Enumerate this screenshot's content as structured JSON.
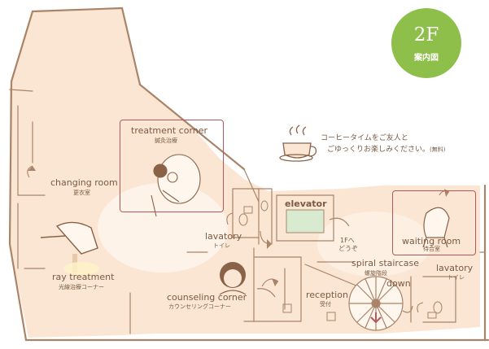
{
  "floor_badge": {
    "floor": "2F",
    "guide": "案内図",
    "color": "#8dbf4a"
  },
  "coffee_message": {
    "line1": "コーヒータイムをご友人と",
    "line2": "ごゆっくりお楽しみください。",
    "note": "(無料)"
  },
  "rooms": {
    "treatment_corner": {
      "en": "treatment corner",
      "jp": "鍼灸治療"
    },
    "changing_room": {
      "en": "changing room",
      "jp": "更衣室"
    },
    "ray_treatment": {
      "en": "ray treatment",
      "jp": "光線治療コーナー"
    },
    "elevator": {
      "en": "elevator"
    },
    "first_floor": {
      "jp_line1": "1Fへ",
      "jp_line2": "どうぞ"
    },
    "lavatory_center": {
      "en": "lavatory",
      "jp": "トイレ"
    },
    "waiting_room": {
      "en": "waiting room",
      "jp": "待合室"
    },
    "spiral_staircase": {
      "en": "spiral staircase",
      "jp": "螺旋階段",
      "down": "down"
    },
    "lavatory_right": {
      "en": "lavatory",
      "jp": "トイレ"
    },
    "counseling_corner": {
      "en": "counseling corner",
      "jp": "カウンセリングコーナー"
    },
    "reception": {
      "en": "reception",
      "jp": "受付"
    }
  },
  "colors": {
    "wall": "#a98468",
    "floor_fill": "#fbe6d3",
    "text": "#7a5a42",
    "highlight_box": "#b6585a"
  }
}
